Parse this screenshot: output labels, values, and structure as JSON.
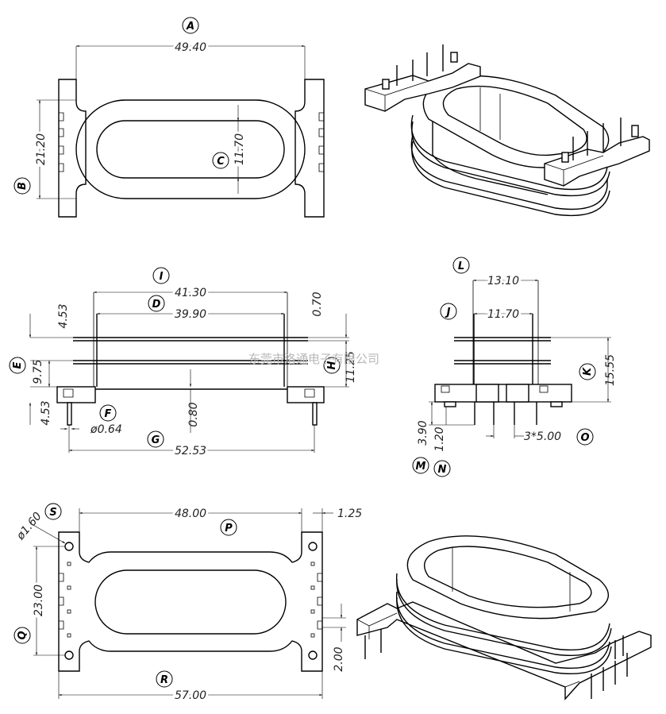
{
  "watermark": "东莞市洛通电子有限公司",
  "labels": {
    "A": "A",
    "B": "B",
    "C": "C",
    "D": "D",
    "E": "E",
    "F": "F",
    "G": "G",
    "H": "H",
    "I": "I",
    "J": "J",
    "K": "K",
    "L": "L",
    "M": "M",
    "N": "N",
    "O": "O",
    "P": "P",
    "Q": "Q",
    "R": "R",
    "S": "S"
  },
  "dims": {
    "a": "49.40",
    "b": "21.20",
    "c": "11.70",
    "i": "41.30",
    "d": "39.90",
    "h_top": "0.70",
    "top_left": "4.53",
    "e": "9.75",
    "h": "11.25",
    "pin_left": "4.53",
    "f": "ø0.64",
    "center": "0.80",
    "g": "52.53",
    "l": "13.10",
    "j": "11.70",
    "k": "15.55",
    "m": "3.90",
    "n": "1.20",
    "o": "3*5.00",
    "p": "48.00",
    "right_w": "1.25",
    "s": "ø1.60",
    "q": "23.00",
    "pitch": "2.00",
    "r": "57.00"
  }
}
